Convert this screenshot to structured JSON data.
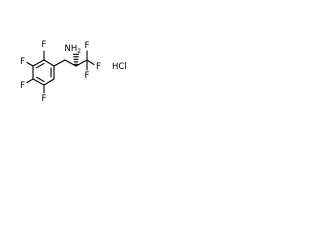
{
  "molecule": {
    "labels": {
      "f_ring_2": "F",
      "f_ring_3": "F",
      "f_ring_4": "F",
      "f_ring_5": "F",
      "amine": "NH",
      "amine_subscript": "2",
      "f_cf3_top": "F",
      "f_cf3_right": "F",
      "f_cf3_bottom": "F",
      "salt": "HCl"
    },
    "stereo_bond": "hashed-wedge",
    "colors": {
      "ink": "#000000",
      "background": "#ffffff"
    }
  }
}
